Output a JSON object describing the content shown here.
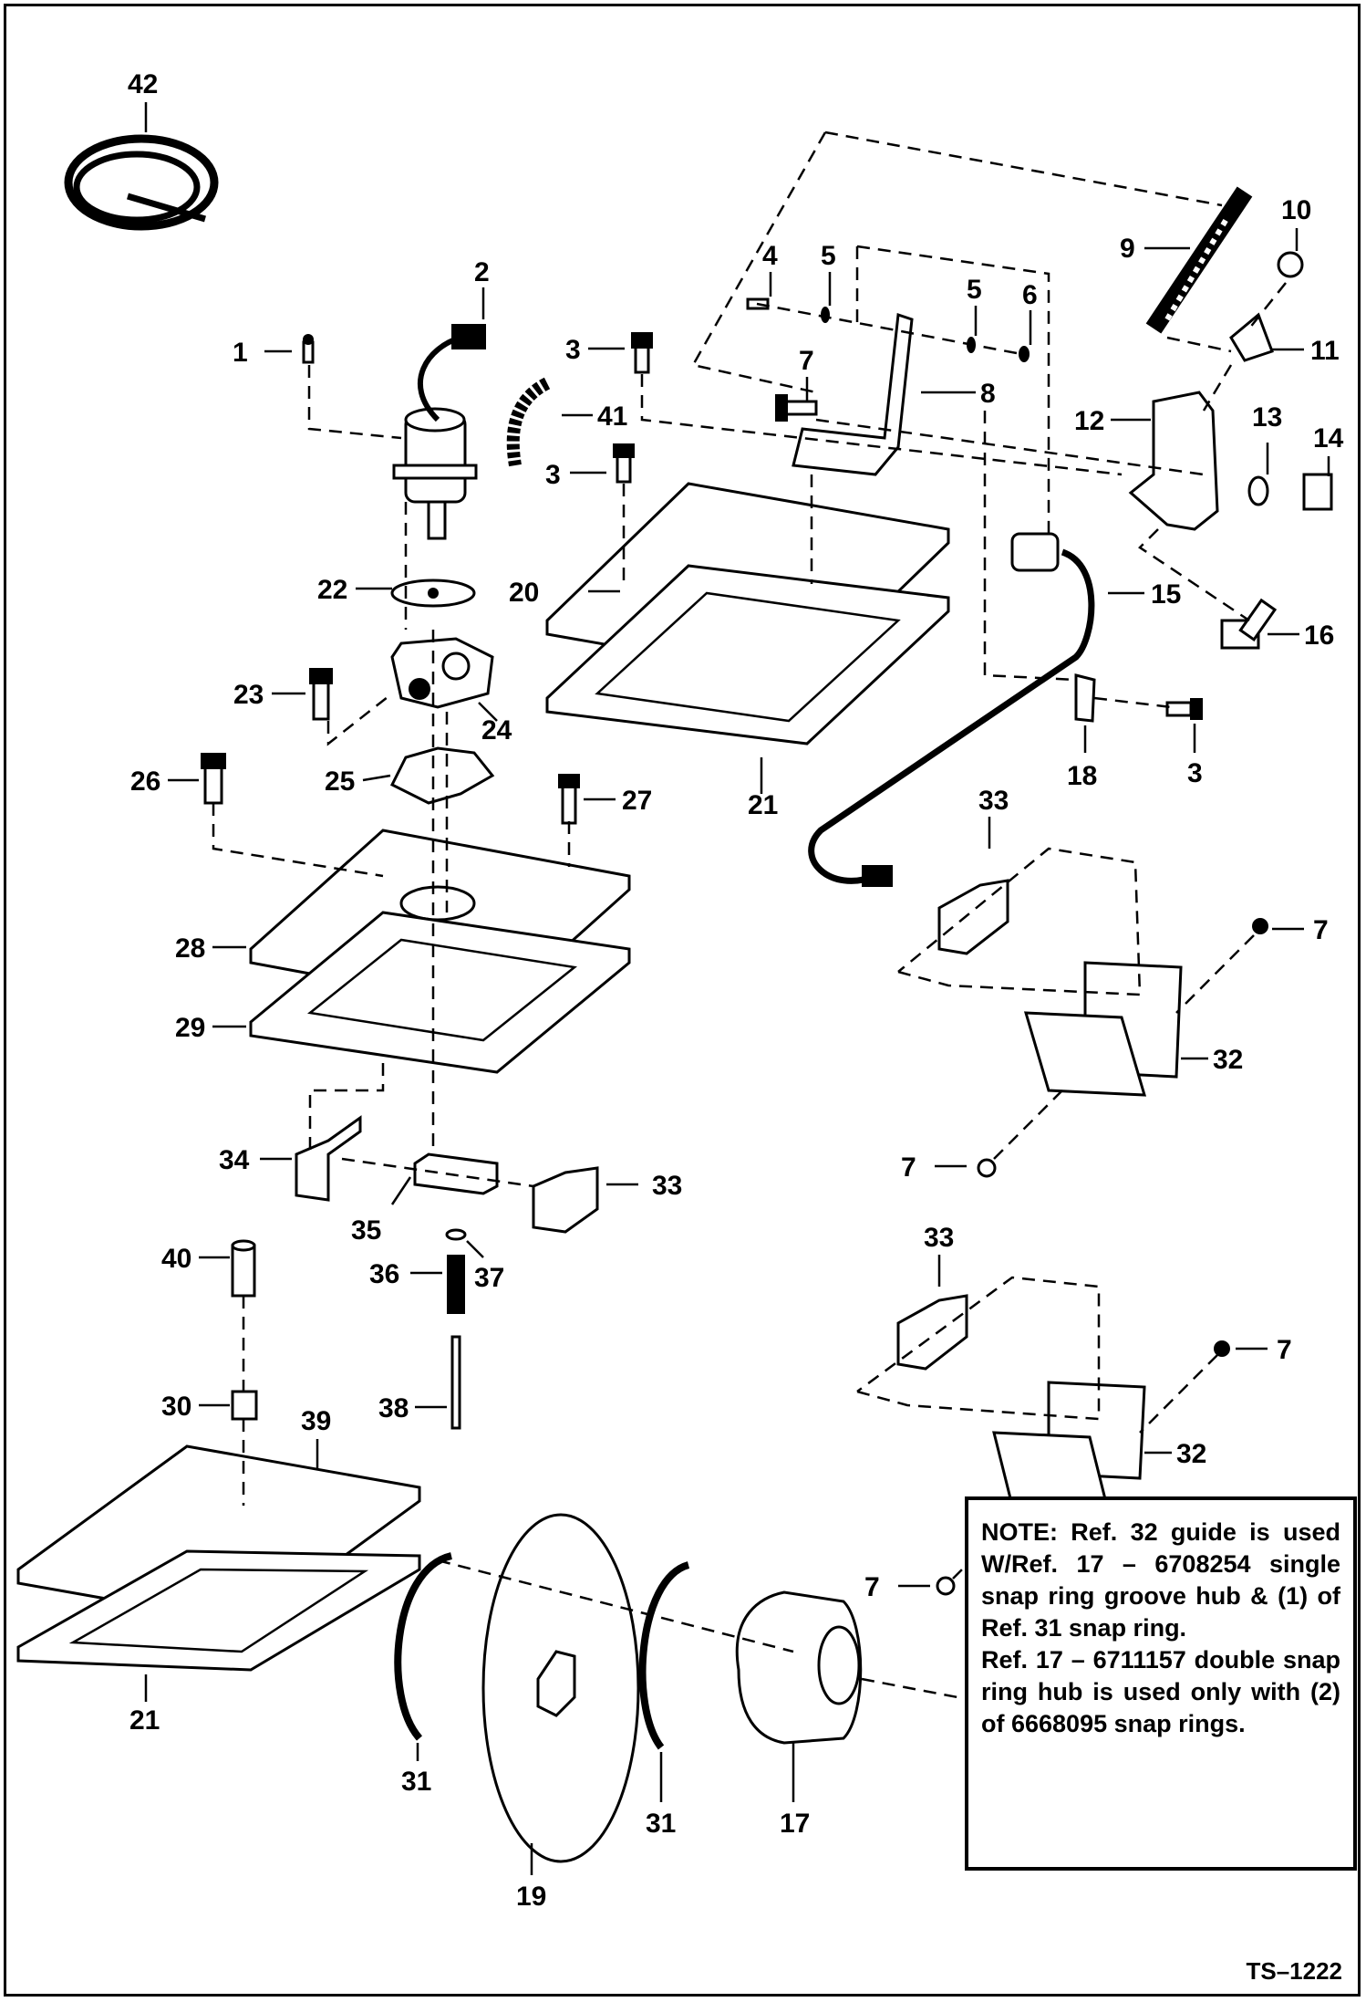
{
  "drawing": {
    "id": "TS–1222",
    "callouts": [
      "1",
      "2",
      "3",
      "4",
      "5",
      "6",
      "7",
      "8",
      "9",
      "10",
      "11",
      "12",
      "13",
      "14",
      "15",
      "16",
      "17",
      "18",
      "19",
      "20",
      "21",
      "22",
      "23",
      "24",
      "25",
      "26",
      "27",
      "28",
      "29",
      "30",
      "31",
      "32",
      "33",
      "34",
      "35",
      "36",
      "37",
      "38",
      "39",
      "40",
      "41",
      "42"
    ]
  },
  "note": {
    "heading": "NOTE:",
    "line1": " Ref. 32 guide is used W/Ref. 17 – 6708254 single snap ring groove hub & (1) of Ref. 31 snap ring.",
    "line2": "Ref. 17 – 6711157 double snap ring hub is used only with (2) of 6668095 snap rings."
  }
}
